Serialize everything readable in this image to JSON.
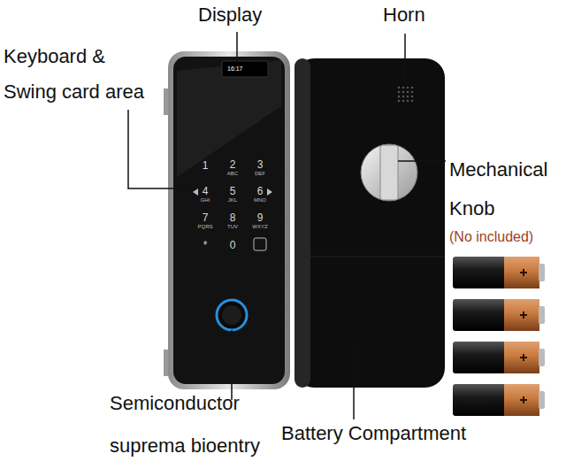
{
  "diagram": {
    "labels": [
      "Display",
      "Horn",
      "Keyboard & Swing card area",
      "16:17",
      "1",
      "2",
      "ABC",
      "3",
      "DEF",
      "4",
      "GHI",
      "5",
      "JKL",
      "6",
      "MNO",
      "7",
      "PQRS",
      "8",
      "TUV",
      "9",
      "WXYZ",
      "*",
      "0",
      "Mechanical Knob",
      "(No included)",
      "Semiconductor suprema bioentry",
      "Battery Compartment"
    ]
  }
}
